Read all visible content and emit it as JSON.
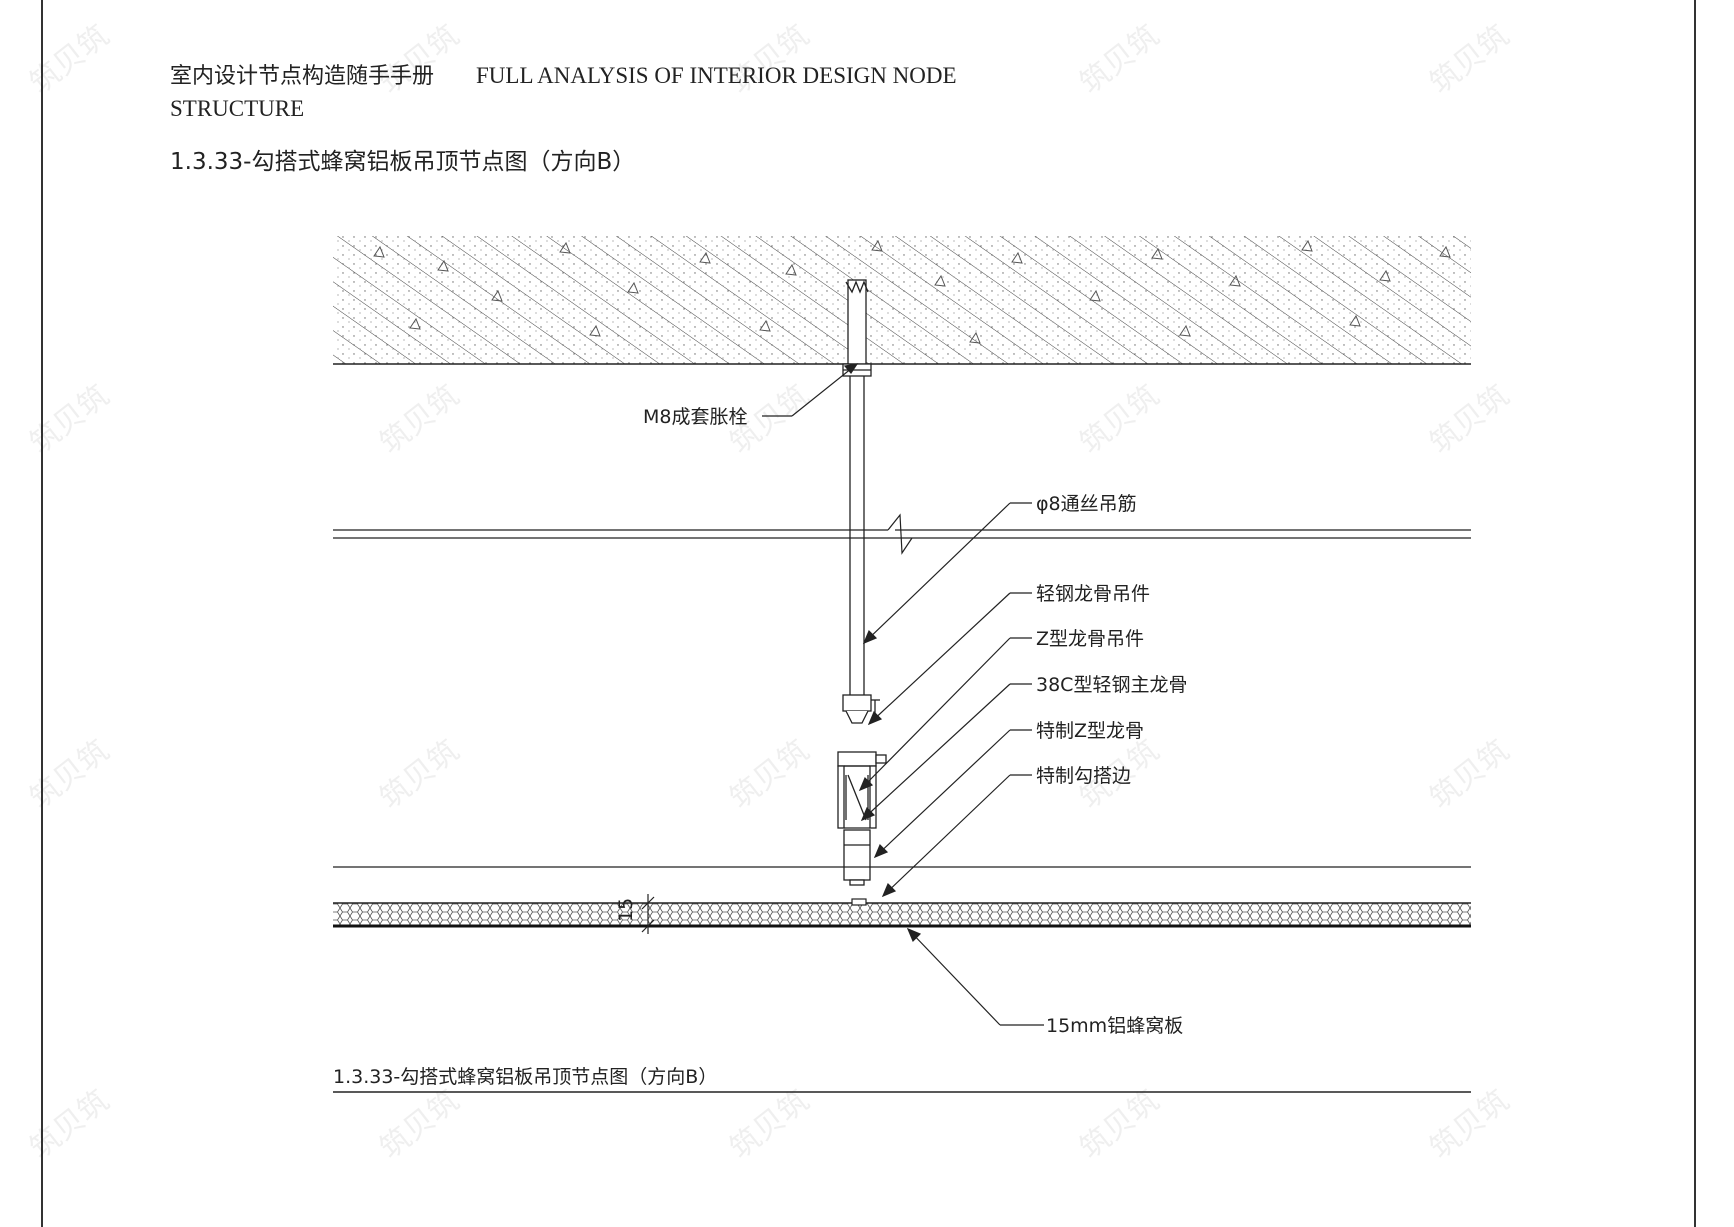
{
  "header": {
    "cn_title": "室内设计节点构造随手手册",
    "en_title_1": "FULL ANALYSIS OF INTERIOR DESIGN NODE",
    "en_title_2": "STRUCTURE"
  },
  "title": "1.3.33-勾搭式蜂窝铝板吊顶节点图（方向B）",
  "labels": {
    "bolt": "M8成套胀栓",
    "rod": "φ8通丝吊筋",
    "hanger1": "轻钢龙骨吊件",
    "hanger2": "Z型龙骨吊件",
    "main_keel": "38C型轻钢主龙骨",
    "z_keel": "特制Z型龙骨",
    "hook_edge": "特制勾搭边",
    "panel": "15mm铝蜂窝板",
    "dim": "15"
  },
  "caption": "1.3.33-勾搭式蜂窝铝板吊顶节点图（方向B）",
  "watermark": "筑贝筑"
}
